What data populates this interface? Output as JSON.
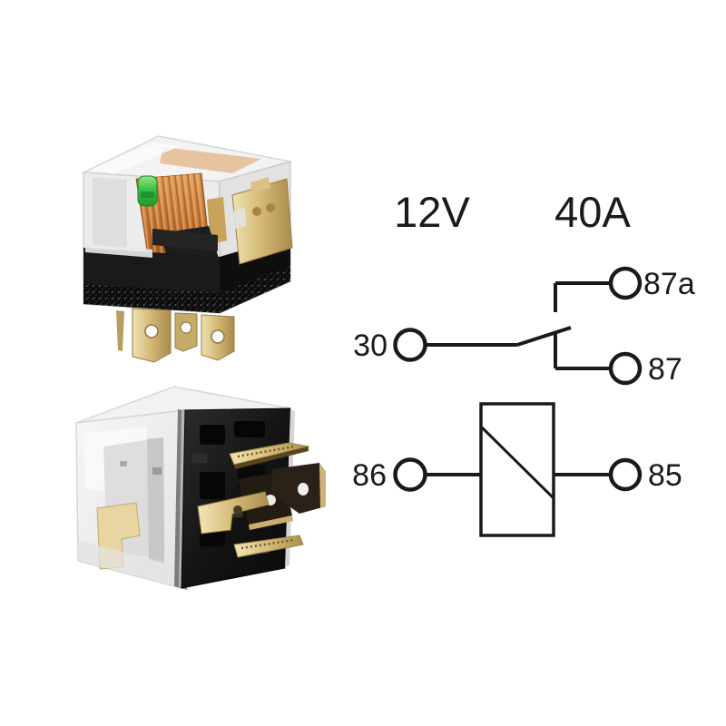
{
  "image": {
    "background_color": "#ffffff"
  },
  "spec": {
    "voltage": "12V",
    "amperage": "40A"
  },
  "schematic": {
    "terminal_30": "30",
    "terminal_87a": "87a",
    "terminal_87": "87",
    "terminal_86": "86",
    "terminal_85": "85"
  },
  "photos": {
    "top_view": "relay-photo-top-view",
    "bottom_view": "relay-photo-bottom-view"
  },
  "colors": {
    "line": "#1a1a1a",
    "copper_coil": "#c97e3e",
    "brass": "#cdb279",
    "led_green": "#3bbf45",
    "case_clear": "#efefef",
    "base_black": "#161616"
  }
}
